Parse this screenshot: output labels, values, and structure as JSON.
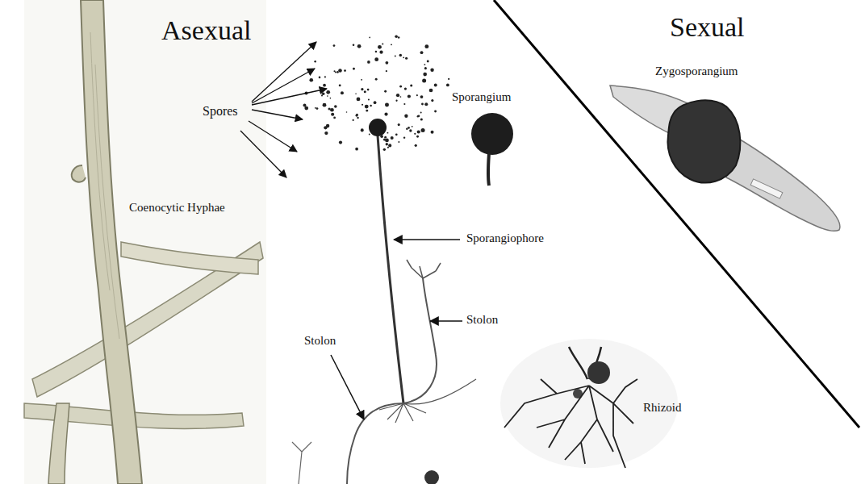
{
  "diagram": {
    "labels": [
      "Asexual",
      "Sexual",
      "Zygosporangium",
      "Spores",
      "Sporangium",
      "Coenocytic Hyphae",
      "Sporangiophore",
      "Stolon",
      "Stolon",
      "Rhizoid"
    ]
  }
}
